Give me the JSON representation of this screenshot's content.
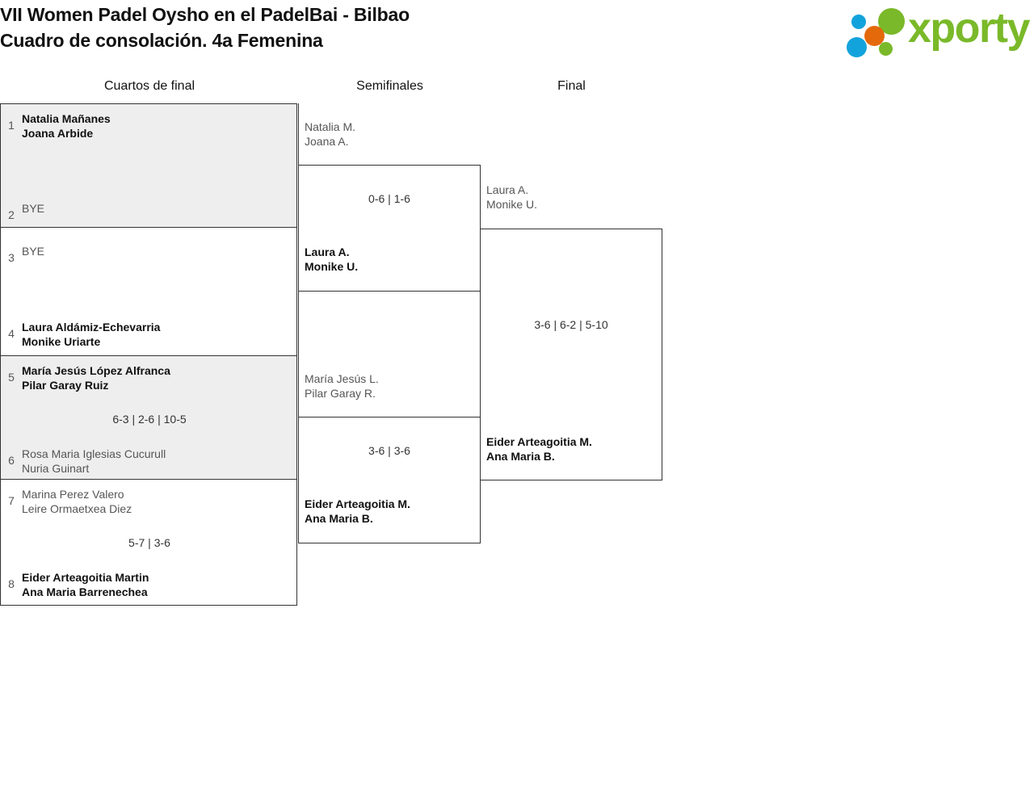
{
  "header": {
    "title_line1": "VII Women Padel Oysho en el PadelBai - Bilbao",
    "title_line2": "Cuadro de consolación. 4a Femenina",
    "logo_text": "xporty",
    "logo_colors": {
      "green": "#7AB929",
      "blue": "#13A3DC",
      "orange": "#E4690B"
    }
  },
  "rounds": [
    {
      "label": "Cuartos de final"
    },
    {
      "label": "Semifinales"
    },
    {
      "label": "Final"
    }
  ],
  "quarterfinals": [
    {
      "score": "",
      "top": {
        "seed": "1",
        "line1": "Natalia Mañanes",
        "line2": "Joana Arbide",
        "result": "winner"
      },
      "bottom": {
        "seed": "2",
        "line1": "BYE",
        "line2": "",
        "result": "bye"
      }
    },
    {
      "score": "",
      "top": {
        "seed": "3",
        "line1": "BYE",
        "line2": "",
        "result": "bye"
      },
      "bottom": {
        "seed": "4",
        "line1": "Laura Aldámiz-Echevarria",
        "line2": "Monike Uriarte",
        "result": "winner"
      }
    },
    {
      "score": "6-3 | 2-6 | 10-5",
      "top": {
        "seed": "5",
        "line1": "María Jesús López Alfranca",
        "line2": "Pilar Garay Ruiz",
        "result": "winner"
      },
      "bottom": {
        "seed": "6",
        "line1": "Rosa Maria Iglesias Cucurull",
        "line2": "Nuria Guinart",
        "result": "loser"
      }
    },
    {
      "score": "5-7 | 3-6",
      "top": {
        "seed": "7",
        "line1": "Marina Perez Valero",
        "line2": "Leire Ormaetxea Diez",
        "result": "loser"
      },
      "bottom": {
        "seed": "8",
        "line1": "Eider Arteagoitia Martin",
        "line2": "Ana Maria Barrenechea",
        "result": "winner"
      }
    }
  ],
  "semifinals": [
    {
      "score": "0-6 | 1-6",
      "top": {
        "line1": "Natalia M.",
        "line2": "Joana A.",
        "result": "loser"
      },
      "bottom": {
        "line1": "Laura A.",
        "line2": "Monike U.",
        "result": "winner"
      }
    },
    {
      "score": "3-6 | 3-6",
      "top": {
        "line1": "María Jesús L.",
        "line2": "Pilar Garay R.",
        "result": "loser"
      },
      "bottom": {
        "line1": "Eider Arteagoitia M.",
        "line2": "Ana Maria B.",
        "result": "winner"
      }
    }
  ],
  "final": {
    "score": "3-6 | 6-2 | 5-10",
    "top": {
      "line1": "Laura A.",
      "line2": "Monike U.",
      "result": "loser"
    },
    "bottom": {
      "line1": "Eider Arteagoitia M.",
      "line2": "Ana Maria B.",
      "result": "winner"
    }
  }
}
